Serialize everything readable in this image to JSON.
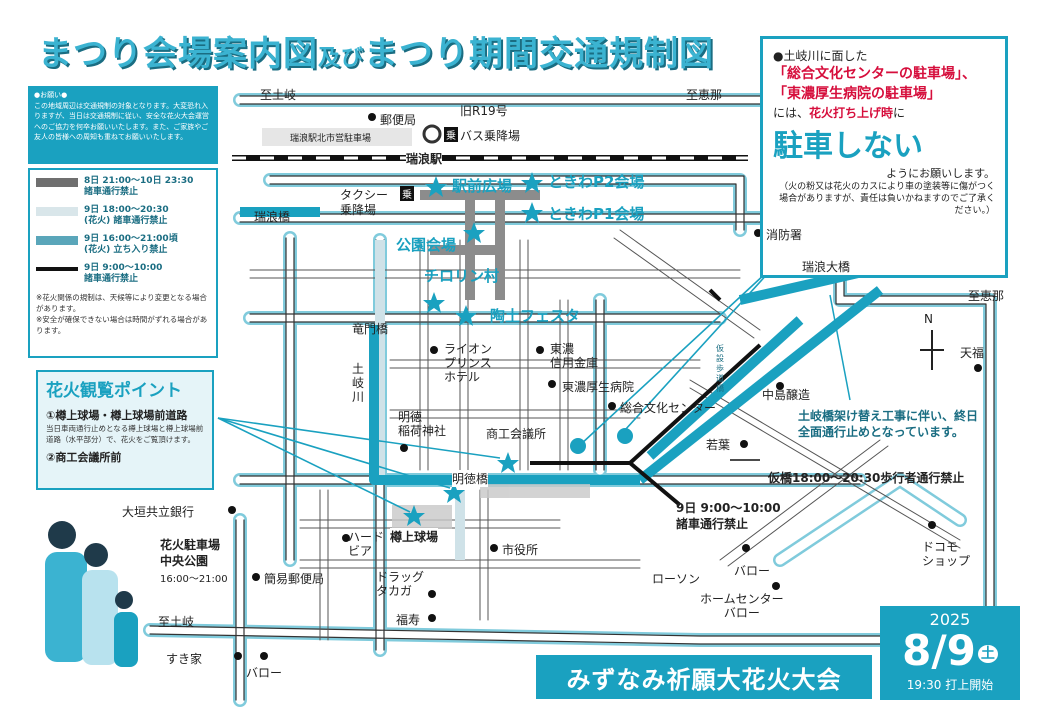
{
  "title": {
    "part1": "まつり会場案内図",
    "part2": "及び",
    "part3": "まつり期間交通規制図"
  },
  "notice": {
    "heading": "●お願い●",
    "body": "この地域周辺は交通規制の対象となります。大変恐れ入りますが、当日は交通規制に従い、安全な花火大会運営へのご協力を何卒お願いいたします。また、ご家族やご友人の皆様への周知も重ねてお願いいたします。"
  },
  "legend": {
    "items": [
      {
        "label": "8日 21:00～10日 23:30\n諸車通行禁止",
        "color": "#6f6f6f"
      },
      {
        "label": "9日 18:00～20:30\n(花火) 諸車通行禁止",
        "color": "#d9e6ea"
      },
      {
        "label": "9日 16:00～21:00頃\n(花火) 立ち入り禁止",
        "color": "#5aa6ba"
      },
      {
        "label": "9日 9:00～10:00\n諸車通行禁止",
        "color": "#111111"
      }
    ],
    "note1": "※花火関係の規制は、天候等により変更となる場合があります。",
    "note2": "※安全が確保できない場合は時間がずれる場合があります。"
  },
  "fireworks_viewing": {
    "title": "花火観覧ポイント",
    "item1": "①樽上球場・樽上球場前道路",
    "item1_desc": "当日車両通行止めとなる樽上球場と樽上球場前道路（水平部分）で、花火をご覧頂けます。",
    "item2": "②商工会議所前"
  },
  "callout": {
    "line1": "●土岐川に面した",
    "line2": "「総合文化センターの駐車場」、",
    "line3": "「東濃厚生病院の駐車場」",
    "line4a": "には、",
    "line4b": "花火打ち上げ時",
    "line4c": "に",
    "big": "駐車しない",
    "line5": "ようにお願いします。",
    "line6": "（火の粉又は花火のカスにより車の塗装等に傷がつく場合がありますが、責任は負いかねますのでご了承ください。）"
  },
  "map": {
    "roads": {
      "to_toki_top": "至土岐",
      "route19": "旧R19号",
      "to_ena_top": "至恵那",
      "to_ena_right": "至恵那",
      "to_toki_bottom": "至土岐"
    },
    "places": {
      "post_office": "郵便局",
      "bus": "バス乗降場",
      "bus_badge": "乗",
      "parking_north": "瑞浪駅北市営駐車場",
      "station": "瑞浪駅",
      "taxi": "タクシー",
      "taxi_badge": "乗",
      "taxi2": "乗降場",
      "mizunami_bridge": "瑞浪橋",
      "fire_station": "消防署",
      "mizunami_ohashi": "瑞浪大橋",
      "ryumon": "竜門橋",
      "lions_hotel": "ライオン\nプリンス\nホテル",
      "shinkin": "東濃\n信用金庫",
      "hospital": "東濃厚生病院",
      "culture_center": "総合文化センター",
      "nakashima": "中島醸造",
      "tenpuku": "天福",
      "toki_river": "土岐川",
      "meitoku_shrine": "明徳\n稲荷神社",
      "chamber": "商工会議所",
      "meitoku_bridge": "明徳橋",
      "wakaba": "若葉",
      "ogaki_bank": "大垣共立銀行",
      "hanabi_parking": "花火駐車場",
      "chuo_park": "中央公園",
      "parking_time": "16:00～21:00",
      "hard_beer": "ハード\nビア",
      "tarugami_stadium": "樽上球場",
      "city_hall": "市役所",
      "simple_post": "簡易郵便局",
      "drug_takaga": "ドラッグ\nタカガ",
      "lawson": "ローソン",
      "valor1": "バロー",
      "home_center": "ホームセンター\nバロー",
      "docomo": "ドコモ\nショップ",
      "fukuju": "福寿",
      "sukiya": "すき家",
      "valor2": "バロー",
      "karibashi": "仮設歩道橋",
      "north": "N"
    },
    "venues": {
      "ekimae": "駅前広場",
      "tokiwa_p2": "ときわP2会場",
      "tokiwa_p1": "ときわP1会場",
      "koen": "公園会場",
      "chiroron": "チロリン村",
      "toudo": "陶土フェスタ"
    },
    "warnings": {
      "construction": "土岐橋架け替え工事に伴い、終日全面通行止めとなっています。",
      "karibashi_rule": "仮橋18:00～20:30歩行者通行禁止",
      "rule_9": "9日 9:00～10:00\n諸車通行禁止"
    }
  },
  "event": {
    "name": "みずなみ祈願大花火大会",
    "year": "2025",
    "month": "8",
    "slash": "/",
    "day": "9",
    "weekday": "土",
    "time": "19:30 打上開始"
  },
  "colors": {
    "accent": "#1aa1c0",
    "dark_accent": "#1a6d82",
    "red": "#d60e3c"
  }
}
